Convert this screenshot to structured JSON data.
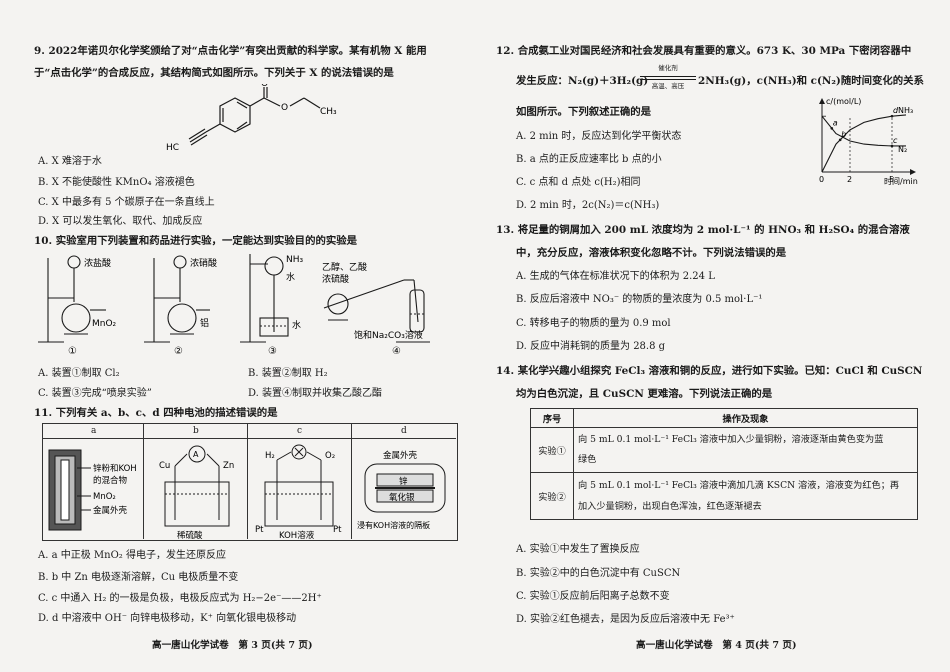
{
  "left": {
    "q9": {
      "line1": "9. 2022年诺贝尔化学奖颁给了对“点击化学”有突出贡献的科学家。某有机物 X 能用",
      "line2": "于“点击化学”的合成反应，其结构简式如图所示。下列关于 X 的说法错误的是",
      "struct_labels": {
        "o1": "O",
        "o2": "O",
        "ch3": "CH₃",
        "hc": "HC"
      },
      "options": [
        "A. X 难溶于水",
        "B. X 不能使酸性 KMnO₄ 溶液褪色",
        "C. X 中最多有 5 个碳原子在一条直线上",
        "D. X 可以发生氧化、取代、加成反应"
      ]
    },
    "q10": {
      "line1": "10. 实验室用下列装置和药品进行实验，一定能达到实验目的的实验是",
      "labels": {
        "conc_hcl": "浓盐酸",
        "mno2": "MnO₂",
        "conc_hno3": "浓硝酸",
        "al": "铝",
        "nh3": "NH₃",
        "water1": "水",
        "water2": "水",
        "reagents": [
          "乙醇、乙酸",
          "浓硫酸"
        ],
        "na2co3": "饱和Na₂CO₃溶液",
        "nums": [
          "①",
          "②",
          "③",
          "④"
        ]
      },
      "options": [
        "A. 装置①制取 Cl₂",
        "B. 装置②制取 H₂",
        "C. 装置③完成“喷泉实验”",
        "D. 装置④制取并收集乙酸乙酯"
      ]
    },
    "q11": {
      "line1": "11. 下列有关 a、b、c、d 四种电池的描述错误的是",
      "headers": [
        "a",
        "b",
        "c",
        "d"
      ],
      "a_labels": [
        "锌粉和KOH",
        "的混合物",
        "MnO₂",
        "金属外壳"
      ],
      "b_labels": {
        "cu": "Cu",
        "zn": "Zn",
        "a": "A",
        "acid": "稀硫酸"
      },
      "c_labels": {
        "h2": "H₂",
        "o2": "O₂",
        "pt1": "Pt",
        "pt2": "Pt",
        "koh": "KOH溶液"
      },
      "d_labels": {
        "shell": "金属外壳",
        "zn": "锌",
        "ag2o": "氧化银",
        "sep": "浸有KOH溶液的隔板"
      },
      "options": [
        "A. a 中正极 MnO₂ 得电子，发生还原反应",
        "B. b 中 Zn 电极逐渐溶解，Cu 电极质量不变",
        "C. c 中通入 H₂ 的一极是负极，电极反应式为 H₂−2e⁻——2H⁺",
        "D. d 中溶液中 OH⁻ 向锌电极移动，K⁺ 向氧化银电极移动"
      ]
    },
    "footer": "高一唐山化学试卷　第 3 页(共 7 页)"
  },
  "right": {
    "q12": {
      "line1": "12. 合成氨工业对国民经济和社会发展具有重要的意义。673 K、30 MPa 下密闭容器中",
      "line2a": "发生反应：N₂(g)＋3H₂(g)",
      "cond_top": "催化剂",
      "cond_bottom": "高温、高压",
      "line2b": "2NH₃(g)，c(NH₃)和 c(N₂)随时间变化的关系",
      "line3": "如图所示。下列叙述正确的是",
      "options": [
        "A. 2 min 时，反应达到化学平衡状态",
        "B. a 点的正反应速率比 b 点的小",
        "C. c 点和 d 点处 c(H₂)相同",
        "D. 2 min 时，2c(N₂)＝c(NH₃)"
      ]
    },
    "q13": {
      "line1": "13. 将足量的铜屑加入 200 mL 浓度均为 2 mol·L⁻¹ 的 HNO₃ 和 H₂SO₄ 的混合溶液",
      "line2": "中，充分反应，溶液体积变化忽略不计。下列说法错误的是",
      "options": [
        "A. 生成的气体在标准状况下的体积为 2.24 L",
        "B. 反应后溶液中 NO₃⁻ 的物质的量浓度为 0.5 mol·L⁻¹",
        "C. 转移电子的物质的量为 0.9 mol",
        "D. 反应中消耗铜的质量为 28.8 g"
      ]
    },
    "q14": {
      "line1": "14. 某化学兴趣小组探究 FeCl₃ 溶液和铜的反应，进行如下实验。已知：CuCl 和 CuSCN",
      "line2": "均为白色沉淀，且 CuSCN 更难溶。下列说法正确的是",
      "table": {
        "headers": [
          "序号",
          "操作及现象"
        ],
        "rows": [
          {
            "id": "实验①",
            "text1": "向 5 mL 0.1 mol·L⁻¹ FeCl₃ 溶液中加入少量铜粉，溶液逐渐由黄色变为蓝",
            "text2": "绿色"
          },
          {
            "id": "实验②",
            "text1": "向 5 mL 0.1 mol·L⁻¹ FeCl₃ 溶液中滴加几滴 KSCN 溶液，溶液变为红色；再",
            "text2": "加入少量铜粉，出现白色浑浊，红色逐渐褪去"
          }
        ]
      },
      "options": [
        "A. 实验①中发生了置换反应",
        "B. 实验②中的白色沉淀中有 CuSCN",
        "C. 实验①反应前后阳离子总数不变",
        "D. 实验②红色褪去，是因为反应后溶液中无 Fe³⁺"
      ]
    },
    "footer": "高一唐山化学试卷　第 4 页(共 7 页)"
  },
  "chart_data": {
    "type": "line",
    "ylabel": "c/(mol/L)",
    "xlabel": "时间/min",
    "x_ticks": [
      "0",
      "2",
      "5"
    ],
    "xlim": [
      0,
      6
    ],
    "series": [
      {
        "name": "NH₃",
        "x": [
          0,
          1,
          2,
          3,
          4,
          5,
          6
        ],
        "y": [
          0,
          0.45,
          0.68,
          0.8,
          0.86,
          0.9,
          0.92
        ]
      },
      {
        "name": "N₂",
        "x": [
          0,
          1,
          2,
          3,
          4,
          5,
          6
        ],
        "y": [
          0.9,
          0.62,
          0.5,
          0.45,
          0.43,
          0.42,
          0.42
        ]
      }
    ],
    "points": [
      {
        "label": "a",
        "x": 0.7,
        "series": "N₂"
      },
      {
        "label": "b",
        "x": 1.3,
        "series": "NH₃"
      },
      {
        "label": "c",
        "x": 5.0,
        "series": "N₂"
      },
      {
        "label": "d",
        "x": 5.0,
        "series": "NH₃"
      }
    ],
    "grid": false
  }
}
